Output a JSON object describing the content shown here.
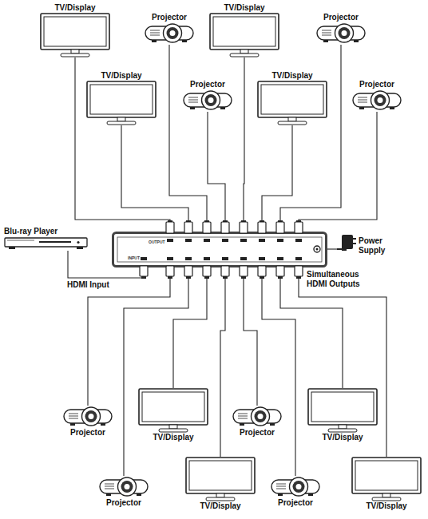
{
  "diagram": {
    "nodes": [
      {
        "text": [
          "TV/Display"
        ]
      },
      {
        "text": [
          "Projector"
        ]
      },
      {
        "text": [
          "TV/Display"
        ]
      },
      {
        "text": [
          "Projector"
        ]
      },
      {
        "text": [
          "TV/Display"
        ]
      },
      {
        "text": [
          "Projector"
        ]
      },
      {
        "text": [
          "TV/Display"
        ]
      },
      {
        "text": [
          "Projector"
        ]
      },
      {
        "text": [
          "Blu-ray Player"
        ]
      },
      {
        "text": [
          "OUTPUT",
          "INPUT"
        ]
      },
      {
        "text": [
          "Power Supply"
        ]
      },
      {
        "text": [
          "Projector"
        ]
      },
      {
        "text": [
          "TV/Display"
        ]
      },
      {
        "text": [
          "Projector"
        ]
      },
      {
        "text": [
          "TV/Display"
        ]
      },
      {
        "text": [
          "Projector"
        ]
      },
      {
        "text": [
          "TV/Display"
        ]
      },
      {
        "text": [
          "Projector"
        ]
      },
      {
        "text": [
          "TV/Display"
        ]
      }
    ],
    "edges": [
      {
        "from": 0,
        "to": 9,
        "arrow": "none"
      },
      {
        "from": 1,
        "to": 9,
        "arrow": "none"
      },
      {
        "from": 2,
        "to": 9,
        "arrow": "none"
      },
      {
        "from": 3,
        "to": 9,
        "arrow": "none"
      },
      {
        "from": 4,
        "to": 9,
        "arrow": "none"
      },
      {
        "from": 5,
        "to": 9,
        "arrow": "none"
      },
      {
        "from": 6,
        "to": 9,
        "arrow": "none"
      },
      {
        "from": 7,
        "to": 9,
        "arrow": "none"
      },
      {
        "from": 8,
        "to": 9,
        "label": "HDMI Input",
        "arrow": "none"
      },
      {
        "from": 10,
        "to": 9,
        "arrow": "none"
      },
      {
        "from": 9,
        "to": 11,
        "arrow": "none"
      },
      {
        "from": 9,
        "to": 12,
        "arrow": "none"
      },
      {
        "from": 9,
        "to": 13,
        "arrow": "none"
      },
      {
        "from": 9,
        "to": 14,
        "arrow": "none"
      },
      {
        "from": 9,
        "to": 15,
        "arrow": "none"
      },
      {
        "from": 9,
        "to": 16,
        "arrow": "none"
      },
      {
        "from": 9,
        "to": 17,
        "arrow": "none"
      },
      {
        "from": 9,
        "to": 18,
        "arrow": "none"
      }
    ],
    "labels": [
      "Simultaneous HDMI Outputs"
    ]
  }
}
